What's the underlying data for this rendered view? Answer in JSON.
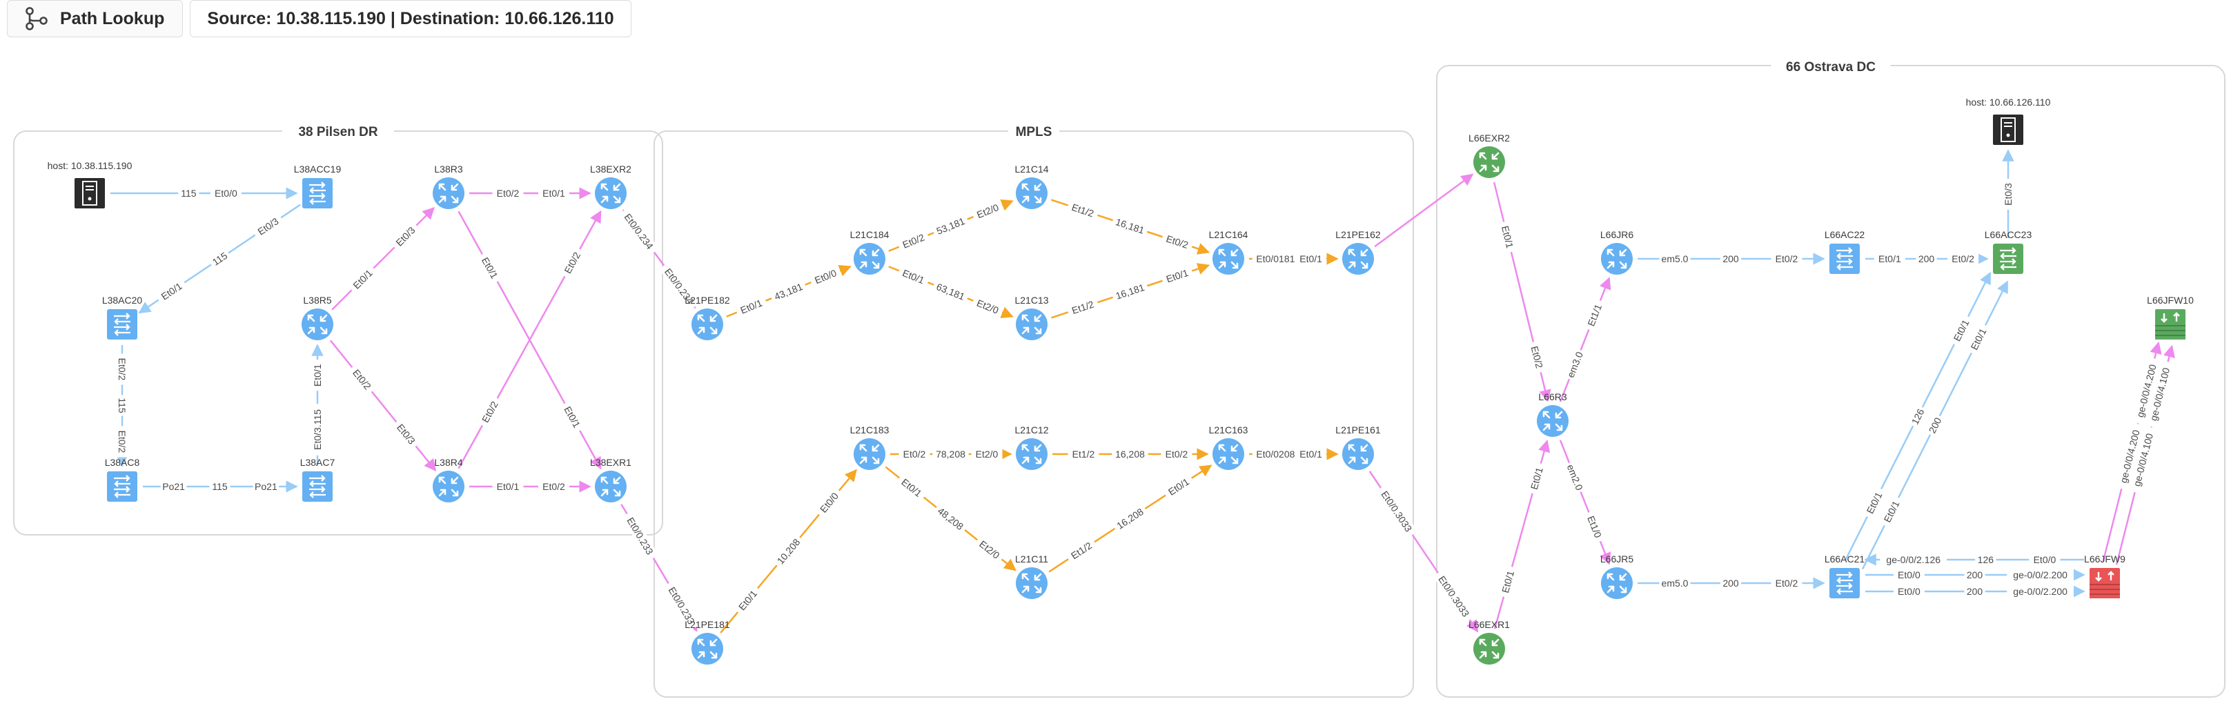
{
  "toolbar": {
    "app_icon": "path-lookup-icon",
    "app_label": "Path Lookup",
    "route_label": "Source: 10.38.115.190 | Destination: 10.66.126.110"
  },
  "groups": [
    {
      "id": "pilsen",
      "title": "38 Pilsen DR"
    },
    {
      "id": "mpls",
      "title": "MPLS"
    },
    {
      "id": "ostrava",
      "title": "66 Ostrava DC"
    }
  ],
  "colors": {
    "router": "#64b0f2",
    "switch": "#64b0f2",
    "edge_router": "#5aaa5e",
    "firewall_green": "#5aaa5e",
    "firewall_red": "#e95454",
    "host": "#2b2b2b",
    "path_orange": "#f5a623",
    "path_pink": "#ee88ee",
    "path_blue": "#99ccf7"
  },
  "nodes": [
    {
      "id": "host_src",
      "label": "host: 10.38.115.190",
      "type": "host"
    },
    {
      "id": "L38ACC19",
      "label": "L38ACC19",
      "type": "switch"
    },
    {
      "id": "L38AC20",
      "label": "L38AC20",
      "type": "switch"
    },
    {
      "id": "L38AC8",
      "label": "L38AC8",
      "type": "switch"
    },
    {
      "id": "L38AC7",
      "label": "L38AC7",
      "type": "switch"
    },
    {
      "id": "L38R5",
      "label": "L38R5",
      "type": "router"
    },
    {
      "id": "L38R3",
      "label": "L38R3",
      "type": "router"
    },
    {
      "id": "L38R4",
      "label": "L38R4",
      "type": "router"
    },
    {
      "id": "L38EXR2",
      "label": "L38EXR2",
      "type": "router"
    },
    {
      "id": "L38EXR1",
      "label": "L38EXR1",
      "type": "router"
    },
    {
      "id": "L21PE182",
      "label": "L21PE182",
      "type": "router"
    },
    {
      "id": "L21PE181",
      "label": "L21PE181",
      "type": "router"
    },
    {
      "id": "L21C184",
      "label": "L21C184",
      "type": "router"
    },
    {
      "id": "L21C14",
      "label": "L21C14",
      "type": "router"
    },
    {
      "id": "L21C13",
      "label": "L21C13",
      "type": "router"
    },
    {
      "id": "L21C164",
      "label": "L21C164",
      "type": "router"
    },
    {
      "id": "L21PE162",
      "label": "L21PE162",
      "type": "router"
    },
    {
      "id": "L21C183",
      "label": "L21C183",
      "type": "router"
    },
    {
      "id": "L21C12",
      "label": "L21C12",
      "type": "router"
    },
    {
      "id": "L21C11",
      "label": "L21C11",
      "type": "router"
    },
    {
      "id": "L21C163",
      "label": "L21C163",
      "type": "router"
    },
    {
      "id": "L21PE161",
      "label": "L21PE161",
      "type": "router"
    },
    {
      "id": "L66EXR2",
      "label": "L66EXR2",
      "type": "edge"
    },
    {
      "id": "L66EXR1",
      "label": "L66EXR1",
      "type": "edge"
    },
    {
      "id": "L66R3",
      "label": "L66R3",
      "type": "router"
    },
    {
      "id": "L66JR6",
      "label": "L66JR6",
      "type": "router"
    },
    {
      "id": "L66JR5",
      "label": "L66JR5",
      "type": "router"
    },
    {
      "id": "L66AC22",
      "label": "L66AC22",
      "type": "switch"
    },
    {
      "id": "L66ACC23",
      "label": "L66ACC23",
      "type": "switch_green"
    },
    {
      "id": "L66AC21",
      "label": "L66AC21",
      "type": "switch"
    },
    {
      "id": "host_dst",
      "label": "host: 10.66.126.110",
      "type": "host"
    },
    {
      "id": "L66JFW10",
      "label": "L66JFW10",
      "type": "fw_green"
    },
    {
      "id": "L66JFW9",
      "label": "L66JFW9",
      "type": "fw_red"
    }
  ],
  "edges": [
    {
      "from": "host_src",
      "to": "L38ACC19",
      "color": "blue",
      "labels": [
        "115",
        "Et0/0"
      ]
    },
    {
      "from": "L38ACC19",
      "to": "L38AC20",
      "color": "blue",
      "labels": [
        "Et0/3",
        "115",
        "Et0/1"
      ]
    },
    {
      "from": "L38AC20",
      "to": "L38AC8",
      "color": "blue",
      "labels": [
        "Et0/2",
        "115",
        "Et0/2"
      ]
    },
    {
      "from": "L38AC8",
      "to": "L38AC7",
      "color": "blue",
      "labels": [
        "Po21",
        "115",
        "Po21"
      ]
    },
    {
      "from": "L38AC7",
      "to": "L38R5",
      "color": "blue",
      "labels": [
        "Et0/1",
        "Et0/3.115"
      ]
    },
    {
      "from": "L38R5",
      "to": "L38R3",
      "color": "pink",
      "labels": [
        "Et0/1",
        "Et0/3"
      ]
    },
    {
      "from": "L38R5",
      "to": "L38R4",
      "color": "pink",
      "labels": [
        "Et0/2",
        "Et0/3"
      ]
    },
    {
      "from": "L38R3",
      "to": "L38EXR2",
      "color": "pink",
      "labels": [
        "Et0/2",
        "Et0/1"
      ]
    },
    {
      "from": "L38R3",
      "to": "L38EXR1",
      "color": "pink",
      "labels": [
        "Et0/1",
        "Et0/1"
      ]
    },
    {
      "from": "L38R4",
      "to": "L38EXR2",
      "color": "pink",
      "labels": [
        "Et0/2",
        "Et0/2"
      ]
    },
    {
      "from": "L38R4",
      "to": "L38EXR1",
      "color": "pink",
      "labels": [
        "Et0/1",
        "Et0/2"
      ]
    },
    {
      "from": "L38EXR2",
      "to": "L21PE182",
      "color": "pink",
      "labels": [
        "Et0/0.234",
        "Et0/0.234"
      ]
    },
    {
      "from": "L38EXR1",
      "to": "L21PE181",
      "color": "pink",
      "labels": [
        "Et0/0.233",
        "Et0/0.233"
      ]
    },
    {
      "from": "L21PE182",
      "to": "L21C184",
      "color": "orange",
      "labels": [
        "Et0/1",
        "43,181",
        "Et0/0"
      ]
    },
    {
      "from": "L21C184",
      "to": "L21C14",
      "color": "orange",
      "labels": [
        "Et0/2",
        "53,181",
        "Et2/0"
      ]
    },
    {
      "from": "L21C184",
      "to": "L21C13",
      "color": "orange",
      "labels": [
        "Et0/1",
        "63,181",
        "Et2/0"
      ]
    },
    {
      "from": "L21C14",
      "to": "L21C164",
      "color": "orange",
      "labels": [
        "Et1/2",
        "16,181",
        "Et0/2"
      ]
    },
    {
      "from": "L21C13",
      "to": "L21C164",
      "color": "orange",
      "labels": [
        "Et1/2",
        "16,181",
        "Et0/1"
      ]
    },
    {
      "from": "L21C164",
      "to": "L21PE162",
      "color": "orange",
      "labels": [
        "Et0/0181",
        "Et0/1"
      ]
    },
    {
      "from": "L21PE181",
      "to": "L21C183",
      "color": "orange",
      "labels": [
        "Et0/1",
        "10,208",
        "Et0/0"
      ]
    },
    {
      "from": "L21C183",
      "to": "L21C12",
      "color": "orange",
      "labels": [
        "Et0/2",
        "78,208",
        "Et2/0"
      ]
    },
    {
      "from": "L21C183",
      "to": "L21C11",
      "color": "orange",
      "labels": [
        "Et0/1",
        "48,208",
        "Et2/0"
      ]
    },
    {
      "from": "L21C12",
      "to": "L21C163",
      "color": "orange",
      "labels": [
        "Et1/2",
        "16,208",
        "Et0/2"
      ]
    },
    {
      "from": "L21C11",
      "to": "L21C163",
      "color": "orange",
      "labels": [
        "Et1/2",
        "16,208",
        "Et0/1"
      ]
    },
    {
      "from": "L21C163",
      "to": "L21PE161",
      "color": "orange",
      "labels": [
        "Et0/0208",
        "Et0/1"
      ]
    },
    {
      "from": "L21PE162",
      "to": "L66EXR2",
      "color": "pink",
      "labels": []
    },
    {
      "from": "L21PE161",
      "to": "L66EXR1",
      "color": "pink",
      "labels": [
        "Et0/0.3033",
        "Et0/0.3033"
      ]
    },
    {
      "from": "L66EXR2",
      "to": "L66R3",
      "color": "pink",
      "labels": [
        "Et0/1",
        "Et0/2"
      ]
    },
    {
      "from": "L66EXR1",
      "to": "L66R3",
      "color": "pink",
      "labels": [
        "Et0/1",
        "Et0/1"
      ]
    },
    {
      "from": "L66R3",
      "to": "L66JR6",
      "color": "pink",
      "labels": [
        "Et1/1",
        "em3.0"
      ]
    },
    {
      "from": "L66R3",
      "to": "L66JR5",
      "color": "pink",
      "labels": [
        "Et1/0",
        "em2.0"
      ]
    },
    {
      "from": "L66JR6",
      "to": "L66AC22",
      "color": "blue",
      "labels": [
        "em5.0",
        "200",
        "Et0/2"
      ]
    },
    {
      "from": "L66AC22",
      "to": "L66ACC23",
      "color": "blue",
      "labels": [
        "Et0/1",
        "200",
        "Et0/2"
      ]
    },
    {
      "from": "L66JR5",
      "to": "L66AC21",
      "color": "blue",
      "labels": [
        "em5.0",
        "200",
        "Et0/2"
      ]
    },
    {
      "from": "L66AC21",
      "to": "L66ACC23",
      "color": "blue",
      "labels": [
        "Et0/1",
        "126",
        "Et0/1"
      ]
    },
    {
      "from": "L66AC21",
      "to": "L66ACC23",
      "color": "blue",
      "labels": [
        "Et0/1",
        "200",
        "Et0/1"
      ]
    },
    {
      "from": "L66ACC23",
      "to": "host_dst",
      "color": "blue",
      "labels": [
        "Et0/3"
      ]
    },
    {
      "from": "L66AC21",
      "to": "L66JFW9",
      "color": "blue",
      "labels": [
        "Et0/0",
        "200",
        "ge-0/0/2.200"
      ]
    },
    {
      "from": "L66AC21",
      "to": "L66JFW9",
      "color": "blue",
      "labels": [
        "Et0/0",
        "200",
        "ge-0/0/2.200"
      ]
    },
    {
      "from": "L66JFW9",
      "to": "L66AC21",
      "color": "blue",
      "labels": [
        "Et0/0",
        "126",
        "ge-0/0/2.126"
      ]
    },
    {
      "from": "L66JFW9",
      "to": "L66JFW10",
      "color": "pink",
      "labels": [
        "ge-0/0/4.200",
        "ge-0/0/4.200"
      ]
    },
    {
      "from": "L66JFW9",
      "to": "L66JFW10",
      "color": "pink",
      "labels": [
        "ge-0/0/4.100",
        "ge-0/0/4.100"
      ]
    }
  ]
}
